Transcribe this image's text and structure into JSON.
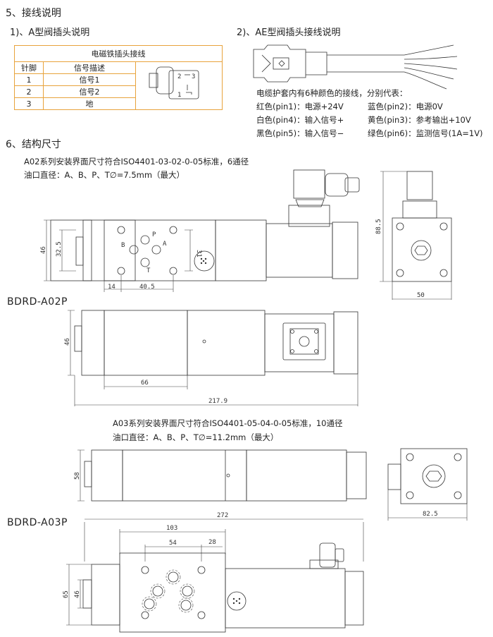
{
  "sec5": {
    "title": "5、接线说明",
    "sub_a": "1)、A型阀插头说明",
    "sub_ae": "2)、AE型阀插头接线说明",
    "table": {
      "title": "电磁铁插头接线",
      "headers": [
        "针脚",
        "信号描述"
      ],
      "rows": [
        [
          "1",
          "信号1"
        ],
        [
          "2",
          "信号2"
        ],
        [
          "3",
          "地"
        ]
      ]
    },
    "plug_pins": {
      "p2": "2",
      "p3": "3",
      "p1": "1"
    },
    "cable_intro": "电缆护套内有6种颜色的接线，分别代表：",
    "wires": [
      {
        "left": "红色(pin1)：电源+24V",
        "right": "蓝色(pin2)：电源0V"
      },
      {
        "left": "白色(pin4)：输入信号+",
        "right": "黄色(pin3)：参考输出+10V"
      },
      {
        "left": "黑色(pin5)：输入信号−",
        "right": "绿色(pin6)：监测信号(1A=1V)"
      }
    ]
  },
  "sec6": {
    "title": "6、结构尺寸",
    "a02_line1": "A02系列安装界面尺寸符合ISO4401-03-02-0-05标准，6通径",
    "a02_line2": "油口直径：A、B、P、T∅=7.5mm（最大）",
    "a02_model": "BDRD-A02P",
    "a02_dims": {
      "d46a": "46",
      "d325": "32.5",
      "d31": "31",
      "d14": "14",
      "d405": "40.5",
      "d885": "88.5",
      "d50": "50",
      "d46b": "46",
      "d66": "66",
      "d2179": "217.9"
    },
    "a02_ports": {
      "P": "P",
      "A": "A",
      "B": "B",
      "T": "T"
    },
    "a03_line1": "A03系列安装界面尺寸符合ISO4401-05-04-0-05标准，10通径",
    "a03_line2": "油口直径：A、B、P、T∅=11.2mm（最大）",
    "a03_model": "BDRD-A03P",
    "a03_dims": {
      "d272": "272",
      "d58": "58",
      "d825": "82.5",
      "d103": "103",
      "d54": "54",
      "d28": "28",
      "d65": "65",
      "d46": "46"
    }
  }
}
